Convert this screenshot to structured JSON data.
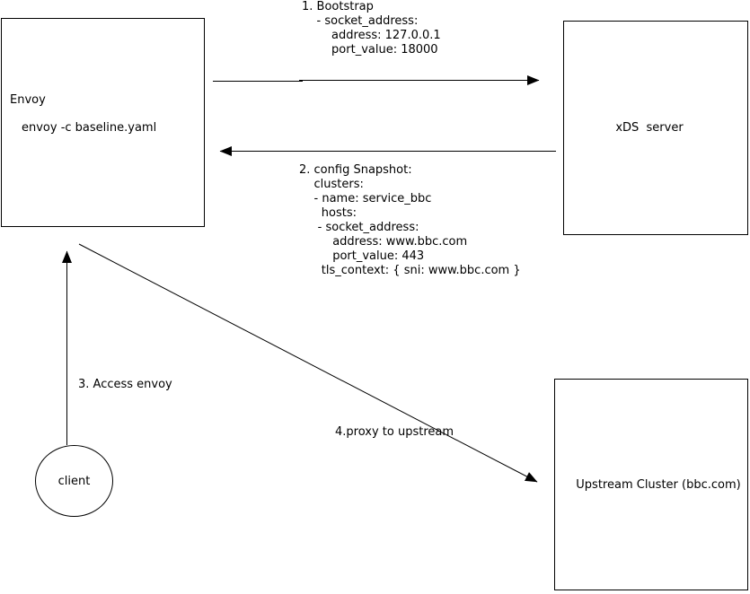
{
  "diagram": {
    "background": "#ffffff",
    "stroke_color": "#000000",
    "text_color": "#000000",
    "nodes": {
      "envoy": {
        "title": "Envoy",
        "command": "envoy -c baseline.yaml"
      },
      "xds_server": {
        "label": "xDS  server"
      },
      "upstream_cluster": {
        "label": "Upstream Cluster (bbc.com)"
      },
      "client": {
        "label": "client"
      }
    },
    "annotations": {
      "bootstrap": "1. Bootstrap\n    - socket_address:\n        address: 127.0.0.1\n        port_value: 18000",
      "config_snapshot": "2. config Snapshot:\n    clusters:\n    - name: service_bbc\n      hosts:\n     - socket_address:\n         address: www.bbc.com\n         port_value: 443\n      tls_context: { sni: www.bbc.com }",
      "access_envoy": "3. Access envoy",
      "proxy_to_upstream": "4.proxy to upstream"
    }
  }
}
